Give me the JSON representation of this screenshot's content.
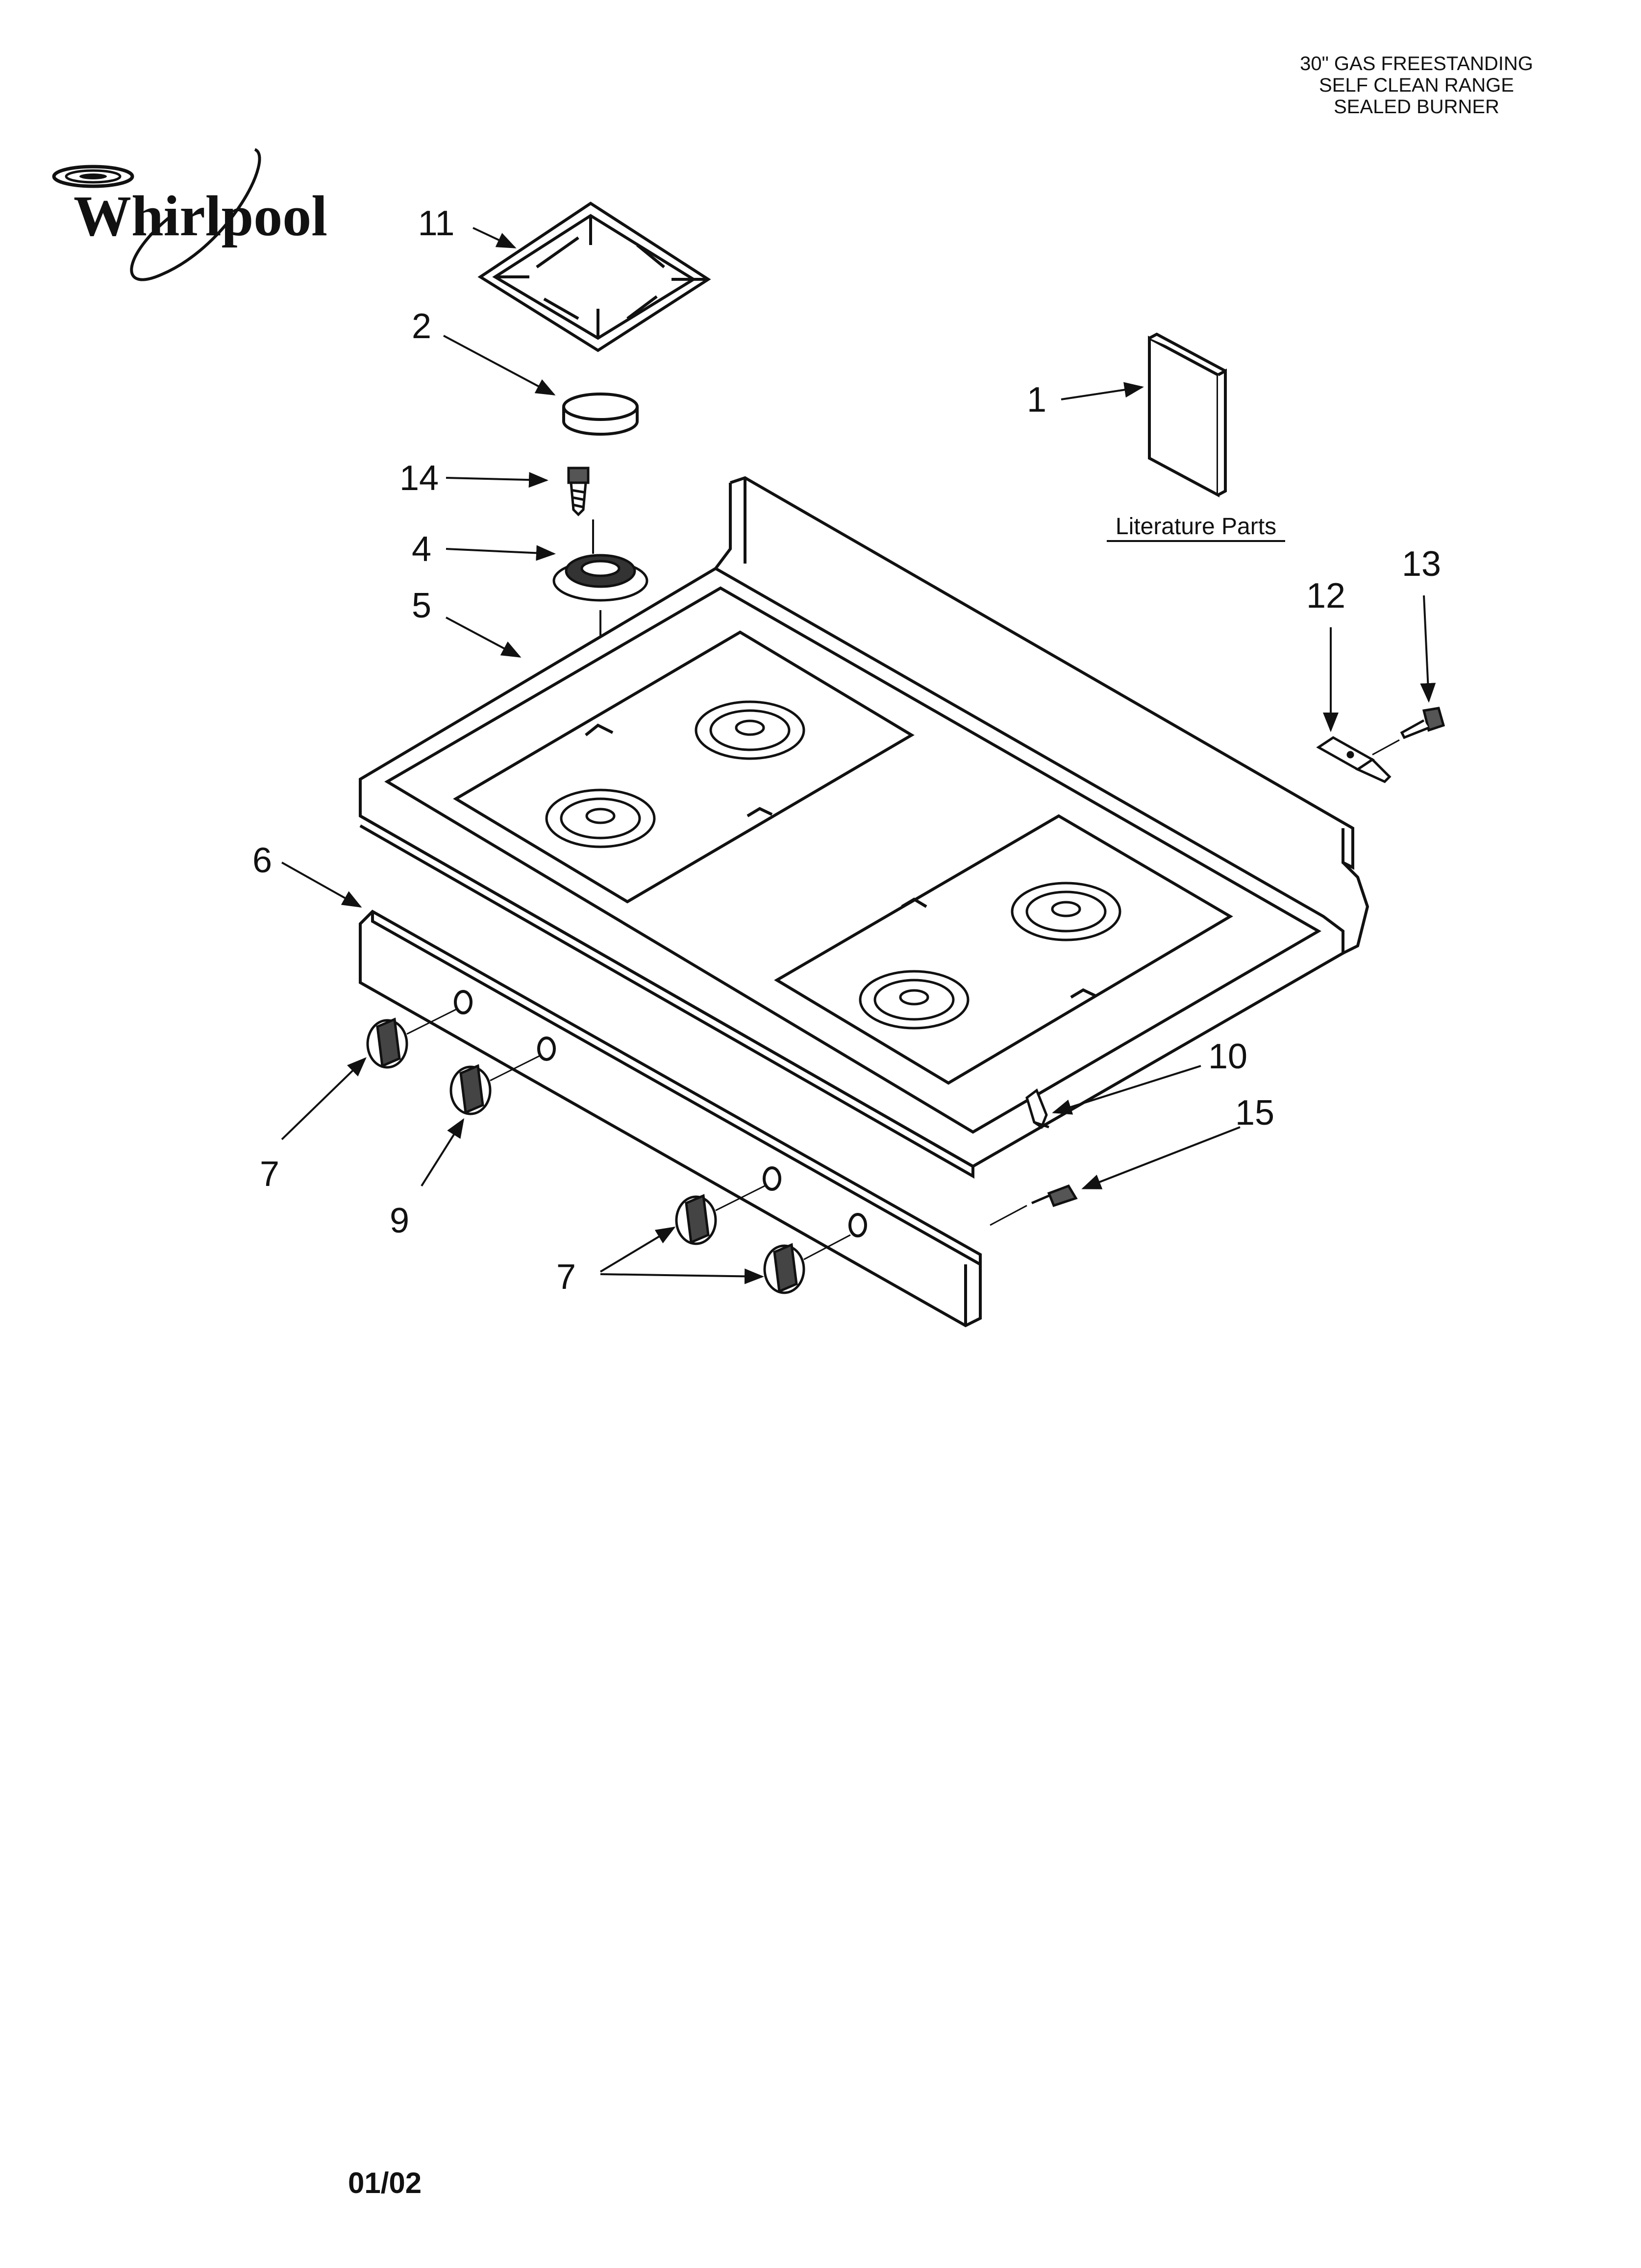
{
  "header": {
    "line1": "30\" GAS FREESTANDING",
    "line2": "SELF CLEAN RANGE",
    "line3": "SEALED BURNER"
  },
  "brand": {
    "logo_text": "Whirlpool"
  },
  "literature": {
    "label": "Literature Parts"
  },
  "callouts": {
    "c1": "1",
    "c2": "2",
    "c4": "4",
    "c5": "5",
    "c6": "6",
    "c7a": "7",
    "c7b": "7",
    "c9": "9",
    "c10": "10",
    "c11": "11",
    "c12": "12",
    "c13": "13",
    "c14": "14",
    "c15": "15"
  },
  "footer": {
    "date_code": "01/02"
  },
  "colors": {
    "line": "#111111",
    "fill": "#ffffff",
    "dark": "#333333"
  }
}
